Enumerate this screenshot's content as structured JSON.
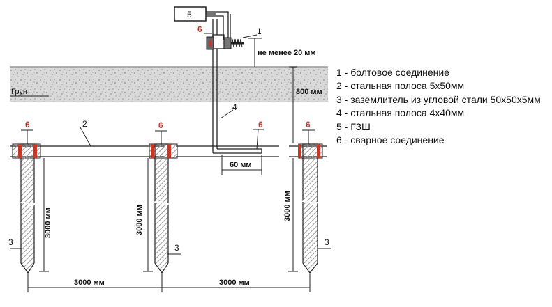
{
  "colors": {
    "weld": "#c0392b",
    "hatch": "#9a9a9a",
    "line": "#222222",
    "soil": "#b9b9b9"
  },
  "labels": {
    "ground": "Грунт",
    "min_20": "не менее 20 мм",
    "depth_800": "800 мм",
    "len_60": "60 мм",
    "rod_3000": "3000 мм",
    "span_3000": "3000 мм",
    "ref_1": "1",
    "ref_2": "2",
    "ref_3": "3",
    "ref_4": "4",
    "ref_5": "5",
    "ref_6": "6"
  },
  "legend": [
    "1 - болтовое соединение",
    "2 - стальная полоса 5х50мм",
    "3 - заземлитель из угловой стали 50х50х5мм",
    "4 - стальная полоса 4х40мм",
    "5 - ГЗШ",
    "6 - сварное соединение"
  ]
}
